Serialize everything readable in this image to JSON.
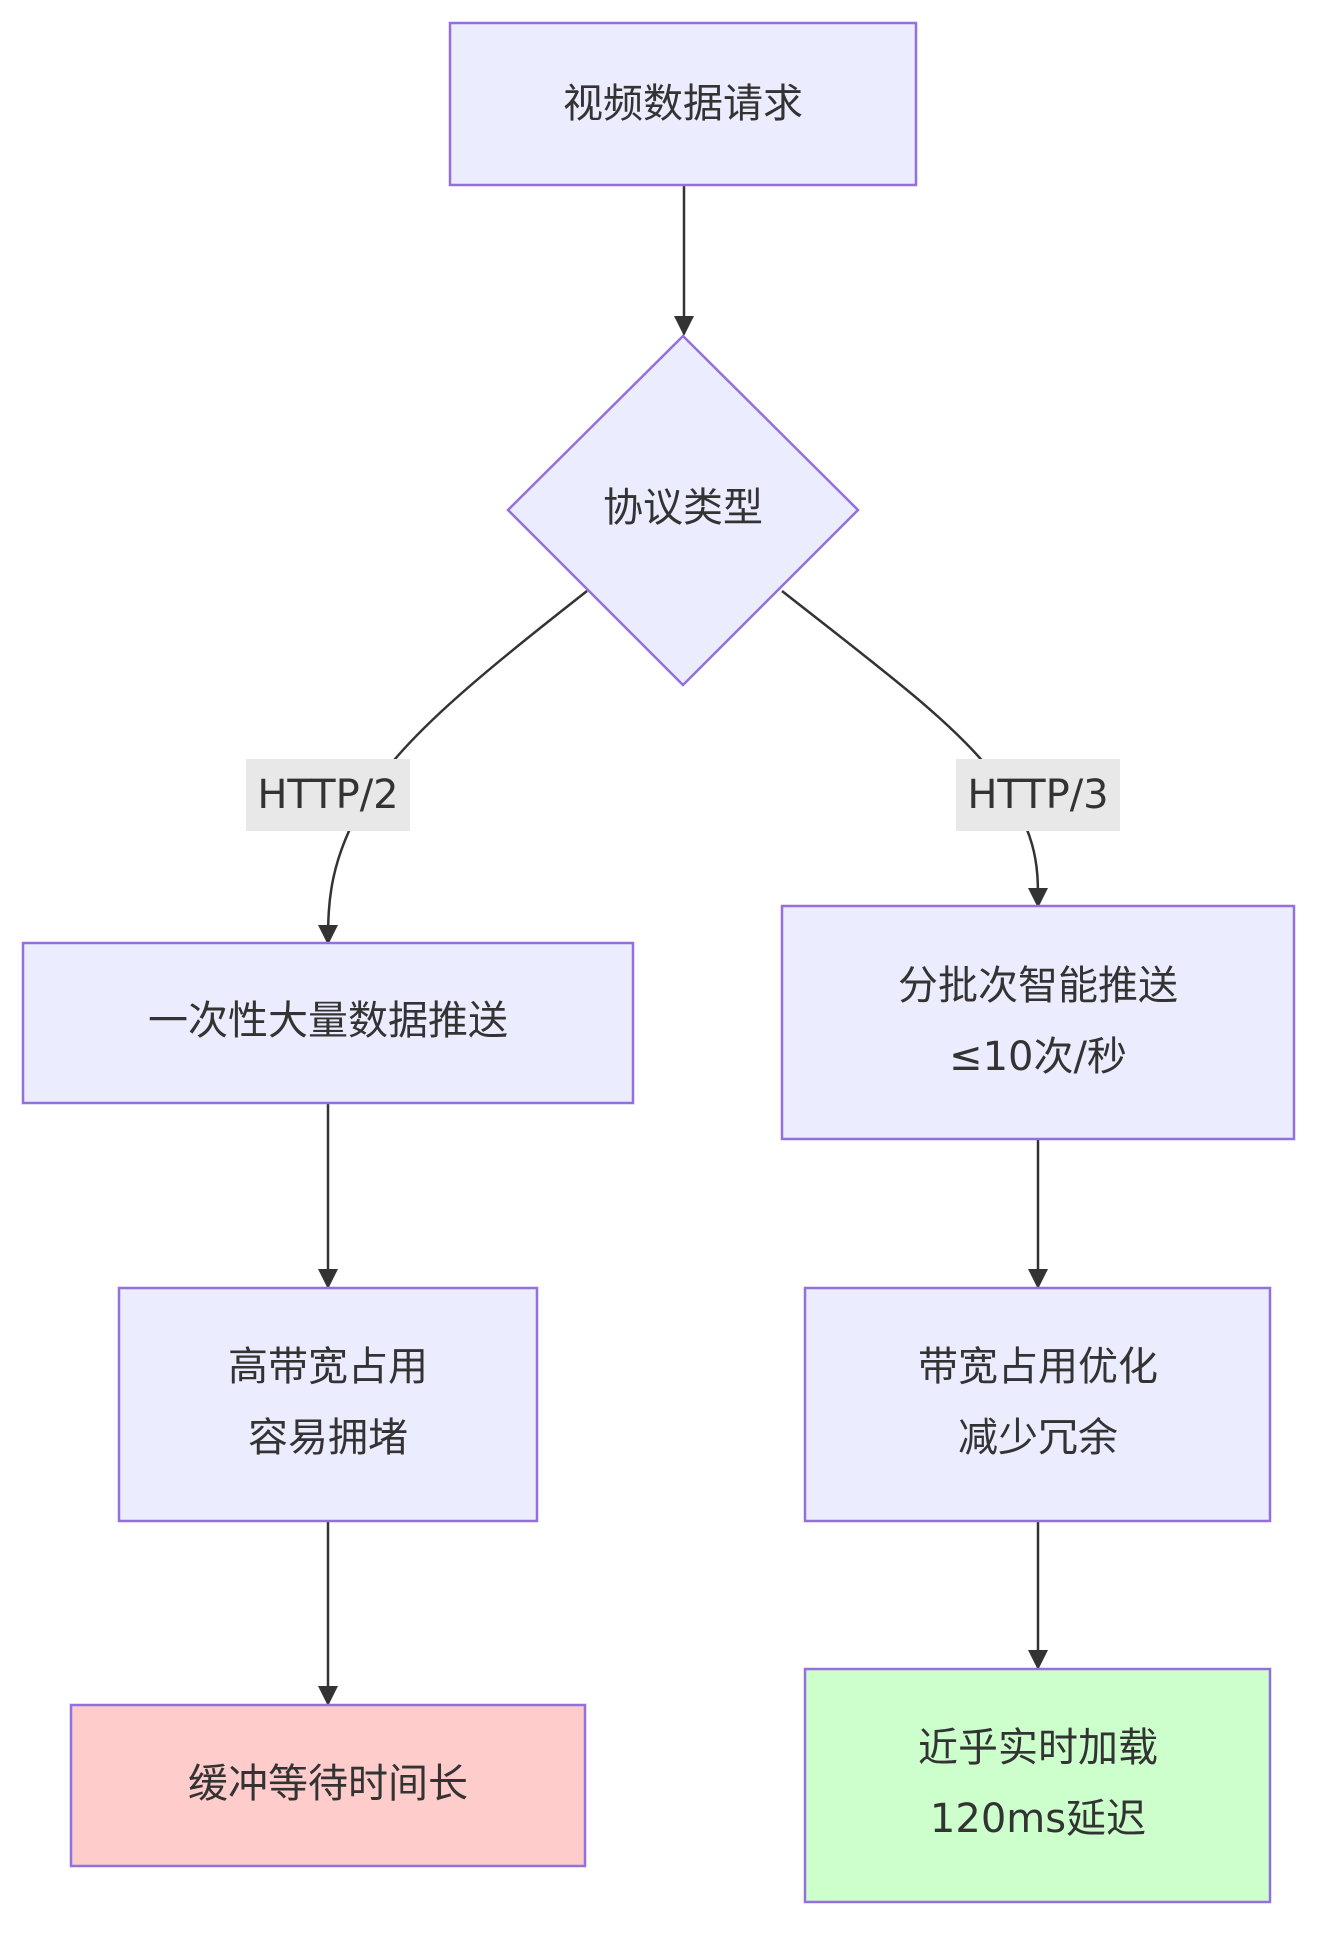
{
  "diagram": {
    "nodes": {
      "request": {
        "label": "视频数据请求"
      },
      "protocol": {
        "label": "协议类型"
      },
      "h2_push": {
        "label": "一次性大量数据推送"
      },
      "h2_bandwidth": {
        "line1": "高带宽占用",
        "line2": "容易拥堵"
      },
      "h2_result": {
        "label": "缓冲等待时间长"
      },
      "h3_push": {
        "line1": "分批次智能推送",
        "line2": "≤10次/秒"
      },
      "h3_bandwidth": {
        "line1": "带宽占用优化",
        "line2": "减少冗余"
      },
      "h3_result": {
        "line1": "近乎实时加载",
        "line2": "120ms延迟"
      }
    },
    "edges": {
      "http2": {
        "label": "HTTP/2"
      },
      "http3": {
        "label": "HTTP/3"
      }
    },
    "colors": {
      "node_fill": "#ececff",
      "node_stroke": "#9370db",
      "bad_fill": "#ffcccc",
      "good_fill": "#ccffcc",
      "edge": "#333333",
      "label_bg": "#e8e8e8"
    }
  }
}
